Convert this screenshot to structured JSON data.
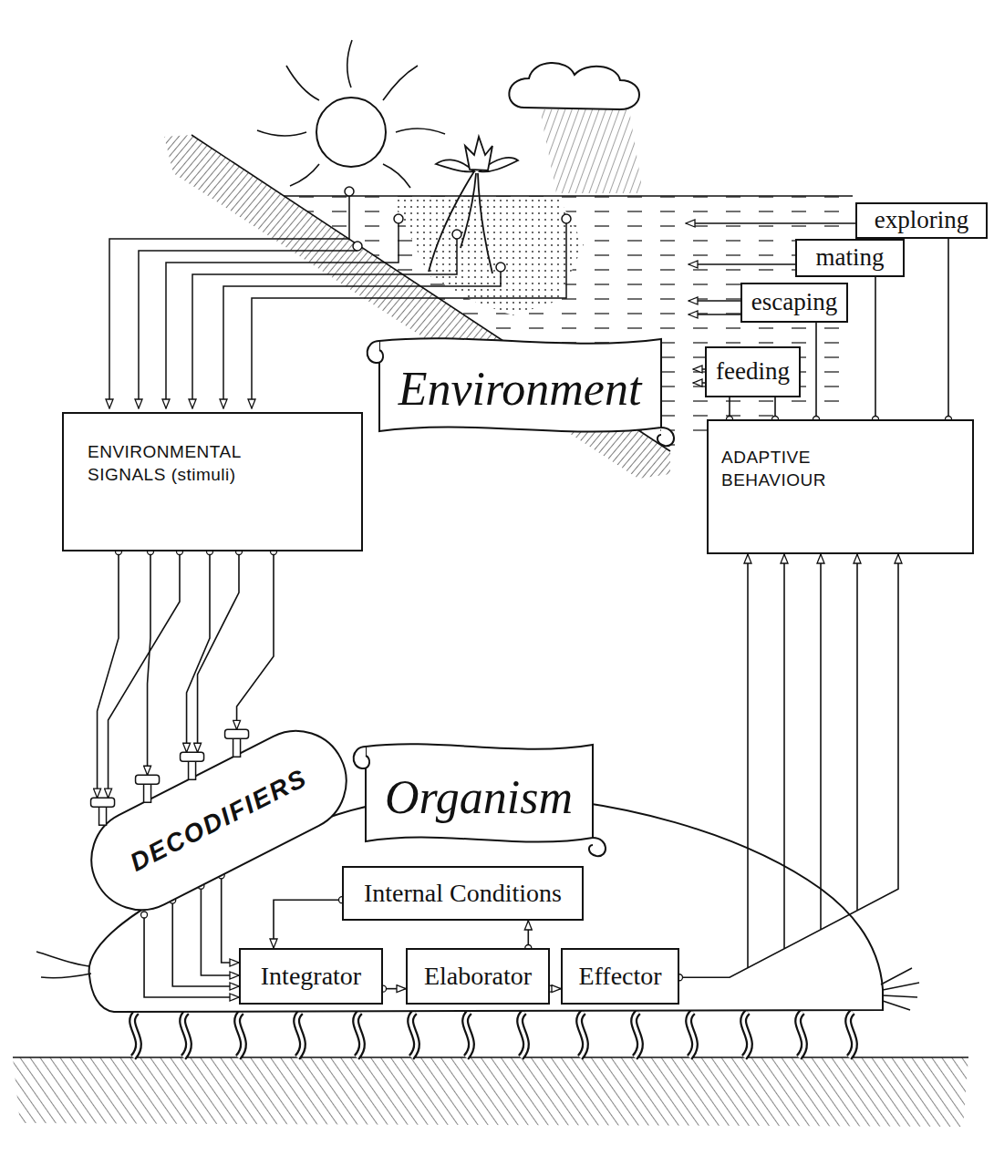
{
  "diagram": {
    "nodes": [
      {
        "text": [
          "exploring"
        ]
      },
      {
        "text": [
          "mating"
        ]
      },
      {
        "text": [
          "escaping"
        ]
      },
      {
        "text": [
          "feeding"
        ]
      },
      {
        "text": [
          "Environment"
        ]
      },
      {
        "text": [
          "ENVIRONMENTAL SIGNALS (stimuli)"
        ]
      },
      {
        "text": [
          "ADAPTIVE BEHAVIOUR"
        ]
      },
      {
        "text": [
          "Organism"
        ]
      },
      {
        "text": [
          "DECODIFIERS"
        ]
      },
      {
        "text": [
          "Internal Conditions"
        ]
      },
      {
        "text": [
          "Integrator"
        ]
      },
      {
        "text": [
          "Elaborator"
        ]
      },
      {
        "text": [
          "Effector"
        ]
      }
    ],
    "edges": [
      {
        "from": 5,
        "to": 8,
        "arrow": "to"
      },
      {
        "from": 5,
        "to": 8,
        "arrow": "to"
      },
      {
        "from": 5,
        "to": 8,
        "arrow": "to"
      },
      {
        "from": 5,
        "to": 8,
        "arrow": "to"
      },
      {
        "from": 5,
        "to": 8,
        "arrow": "to"
      },
      {
        "from": 5,
        "to": 8,
        "arrow": "to"
      },
      {
        "from": 8,
        "to": 10,
        "arrow": "to"
      },
      {
        "from": 8,
        "to": 10,
        "arrow": "to"
      },
      {
        "from": 8,
        "to": 10,
        "arrow": "to"
      },
      {
        "from": 8,
        "to": 10,
        "arrow": "to"
      },
      {
        "from": 9,
        "to": 10,
        "arrow": "to"
      },
      {
        "from": 10,
        "to": 11,
        "arrow": "to"
      },
      {
        "from": 11,
        "to": 9,
        "arrow": "to"
      },
      {
        "from": 11,
        "to": 12,
        "arrow": "to"
      },
      {
        "from": 12,
        "to": 6,
        "arrow": "to"
      },
      {
        "from": 6,
        "to": 3,
        "arrow": "none"
      },
      {
        "from": 6,
        "to": 3,
        "arrow": "none"
      },
      {
        "from": 6,
        "to": 2,
        "arrow": "none"
      },
      {
        "from": 6,
        "to": 1,
        "arrow": "none"
      },
      {
        "from": 6,
        "to": 0,
        "arrow": "none"
      }
    ]
  }
}
